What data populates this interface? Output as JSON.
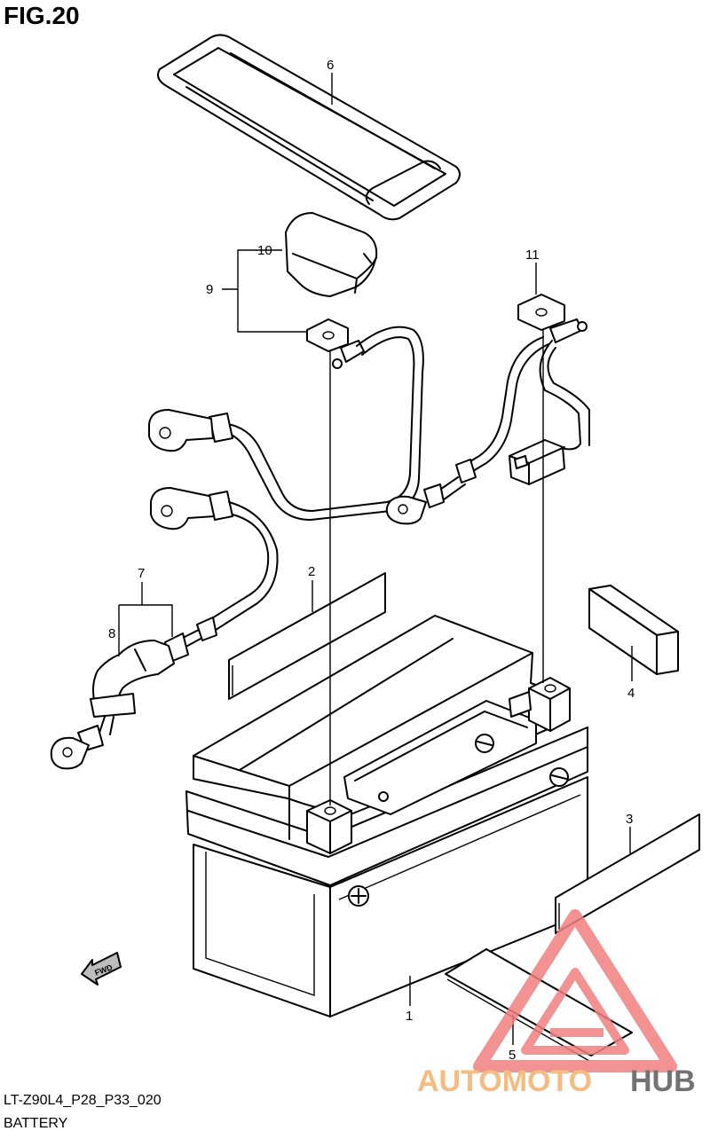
{
  "figure": {
    "title": "FIG.20",
    "code": "LT-Z90L4_P28_P33_020",
    "caption": "BATTERY",
    "fwd_label": "FWD"
  },
  "callouts": [
    "1",
    "2",
    "3",
    "4",
    "5",
    "6",
    "7",
    "8",
    "9",
    "10",
    "11"
  ],
  "watermark": {
    "text_left": "AUTOMOTO",
    "text_right": "HUB",
    "color_left": "#f5b06a",
    "color_right": "#5a5a5a",
    "triangle_color": "#f08080"
  }
}
